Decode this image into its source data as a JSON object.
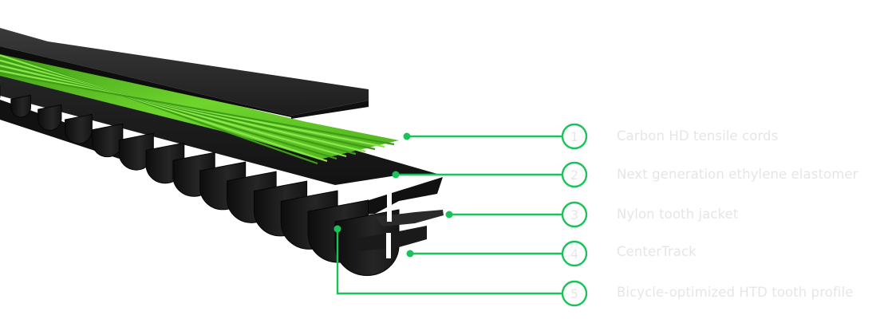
{
  "colors": {
    "accent": "#19c35a",
    "label_text": "#e6e6e6",
    "belt_dark": "#1e1e1e",
    "cord_green": "#5fc82a"
  },
  "callouts": [
    {
      "number": "1",
      "text": "Carbon HD tensile cords"
    },
    {
      "number": "2",
      "text": "Next generation ethylene elastomer"
    },
    {
      "number": "3",
      "text": "Nylon tooth jacket"
    },
    {
      "number": "4",
      "text": "CenterTrack"
    },
    {
      "number": "5",
      "text": "Bicycle-optimized HTD tooth profile"
    }
  ]
}
